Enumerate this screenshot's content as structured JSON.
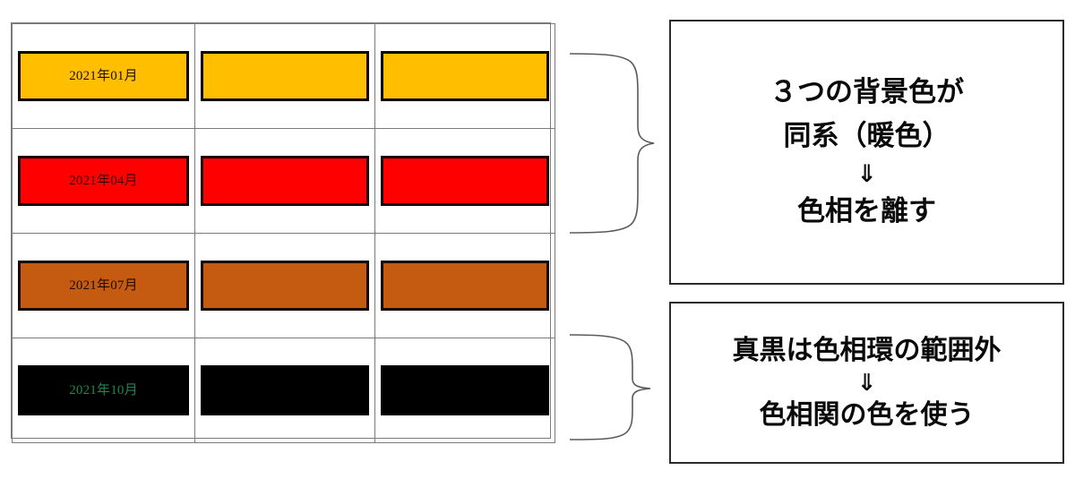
{
  "table": {
    "columns": [
      "col-1",
      "col-2",
      "col-3"
    ],
    "rows": [
      {
        "label": "2021年01月",
        "bg": "#FFBF00",
        "fg": "#1a1008",
        "border": "#0d0603",
        "swatches": [
          "2021年01月",
          "",
          ""
        ]
      },
      {
        "label": "2021年04月",
        "bg": "#FF0000",
        "fg": "#2a0000",
        "border": "#1a0000",
        "swatches": [
          "2021年04月",
          "",
          ""
        ]
      },
      {
        "label": "2021年07月",
        "bg": "#C55A11",
        "fg": "#1d0c02",
        "border": "#140800",
        "swatches": [
          "2021年07月",
          "",
          ""
        ]
      },
      {
        "label": "2021年10月",
        "bg": "#000000",
        "fg": "#21864E",
        "border": "#000000",
        "swatches": [
          "2021年10月",
          "",
          ""
        ]
      }
    ],
    "grid_color": "#7b7b7b"
  },
  "callouts": [
    {
      "id": "callout-1",
      "lines": [
        "３つの背景色が",
        "同系（暖色）",
        "⇓",
        "色相を離す"
      ]
    },
    {
      "id": "callout-2",
      "lines": [
        "真黒は色相環の範囲外",
        "⇓",
        "色相関の色を使う"
      ]
    }
  ],
  "braces": {
    "upper": {
      "label": "brace-upper",
      "covers": "rows 1-3"
    },
    "lower": {
      "label": "brace-lower",
      "covers": "row 4"
    }
  },
  "colors": {
    "amber": "#FFBF00",
    "red": "#FF0000",
    "orange": "#C55A11",
    "black": "#000000",
    "green_text": "#21864E",
    "outline": "#2b2b2b",
    "grid": "#7b7b7b"
  }
}
